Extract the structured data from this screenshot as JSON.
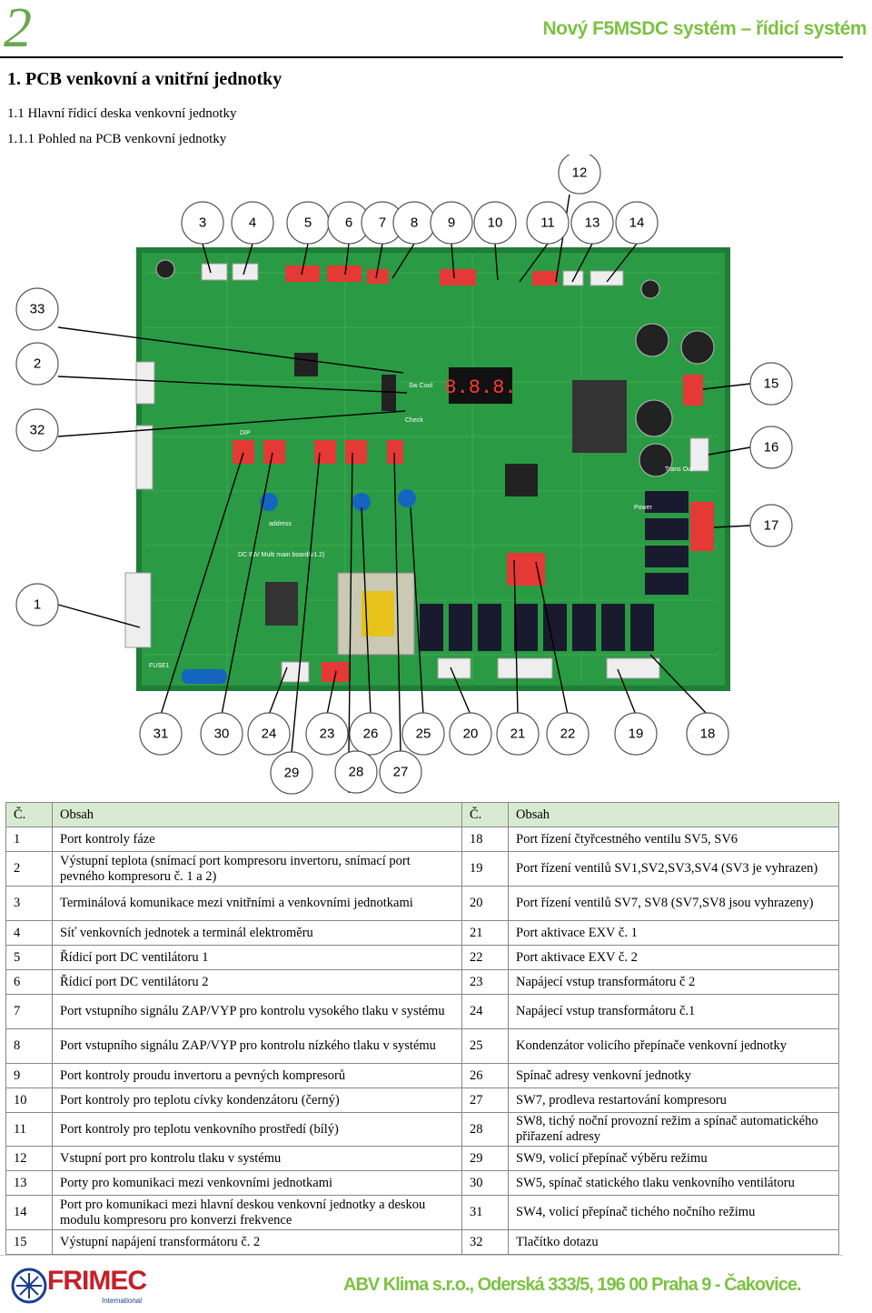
{
  "header": {
    "chapter_number": "2",
    "title": "Nový F5MSDC systém – řídicí systém"
  },
  "section": {
    "heading": "1.   PCB venkovní a vnitřní jednotky",
    "subheading": "1.1   Hlavní řídicí deska venkovní jednotky",
    "subsubheading": "1.1.1 Pohled na PCB venkovní jednotky"
  },
  "diagram": {
    "callouts": [
      "12",
      "3",
      "4",
      "5",
      "6",
      "7",
      "8",
      "9",
      "10",
      "11",
      "13",
      "14",
      "33",
      "2",
      "32",
      "15",
      "16",
      "17",
      "1",
      "31",
      "30",
      "24",
      "23",
      "26",
      "25",
      "20",
      "21",
      "22",
      "19",
      "18",
      "29",
      "28",
      "27"
    ],
    "board_labels": {
      "display": "8.8.8.",
      "check": "Check",
      "sw_cool": "Sw Cool",
      "dip": "DIP",
      "address": "address",
      "board_name": "DC INV Multi main board(v1.2)",
      "power": "Power",
      "fuse": "FUSE1",
      "trans_out": "Trans Out"
    }
  },
  "table": {
    "headers": [
      "Č.",
      "Obsah",
      "Č.",
      "Obsah"
    ],
    "rows": [
      [
        "1",
        "Port kontroly fáze",
        "18",
        "Port řízení čtyřcestného ventilu SV5, SV6"
      ],
      [
        "2",
        "Výstupní teplota (snímací port kompresoru invertoru, snímací port pevného kompresoru č. 1 a 2)",
        "19",
        "Port řízení ventilů SV1,SV2,SV3,SV4 (SV3 je vyhrazen)"
      ],
      [
        "3",
        "Terminálová komunikace mezi vnitřními a venkovními jednotkami",
        "20",
        "Port řízení ventilů SV7, SV8 (SV7,SV8 jsou vyhrazeny)"
      ],
      [
        "4",
        "Síť venkovních jednotek a terminál elektroměru",
        "21",
        "Port aktivace EXV č. 1"
      ],
      [
        "5",
        "Řídicí port DC ventilátoru 1",
        "22",
        "Port aktivace EXV č. 2"
      ],
      [
        "6",
        "Řídicí port DC ventilátoru 2",
        "23",
        "Napájecí vstup transformátoru č 2"
      ],
      [
        "7",
        "Port vstupního signálu ZAP/VYP pro kontrolu vysokého tlaku v systému",
        "24",
        "Napájecí vstup transformátoru č.1"
      ],
      [
        "8",
        "Port vstupního signálu ZAP/VYP pro kontrolu nízkého tlaku v systému",
        "25",
        "Kondenzátor volicího přepínače venkovní jednotky"
      ],
      [
        "9",
        "Port kontroly proudu invertoru a pevných kompresorů",
        "26",
        "Spínač adresy venkovní jednotky"
      ],
      [
        "10",
        "Port kontroly pro teplotu cívky kondenzátoru (černý)",
        "27",
        "SW7, prodleva restartování kompresoru"
      ],
      [
        "11",
        "Port kontroly pro teplotu venkovního prostředí (bílý)",
        "28",
        "SW8, tichý noční provozní režim a spínač automatického přiřazení adresy"
      ],
      [
        "12",
        "Vstupní port pro kontrolu tlaku v systému",
        "29",
        "SW9, volicí přepínač výběru režimu"
      ],
      [
        "13",
        "Porty pro komunikaci mezi venkovními jednotkami",
        "30",
        "SW5, spínač statického tlaku venkovního ventilátoru"
      ],
      [
        "14",
        "Port pro komunikaci mezi hlavní deskou venkovní jednotky a deskou modulu kompresoru pro konverzi frekvence",
        "31",
        "SW4, volicí přepínač tichého nočního režimu"
      ],
      [
        "15",
        "Výstupní napájení transformátoru č. 2",
        "32",
        "Tlačítko dotazu"
      ]
    ]
  },
  "footer": {
    "logo_text": "FRIMEC",
    "logo_sub": "International",
    "address": "ABV Klima s.r.o., Oderská 333/5, 196 00    Praha 9 - Čakovice."
  },
  "colors": {
    "accent_green": "#7cc242",
    "table_header": "#d9ead3",
    "pcb_green": "#1f8a3a",
    "logo_red": "#c62026",
    "logo_blue": "#1a3f8f"
  }
}
